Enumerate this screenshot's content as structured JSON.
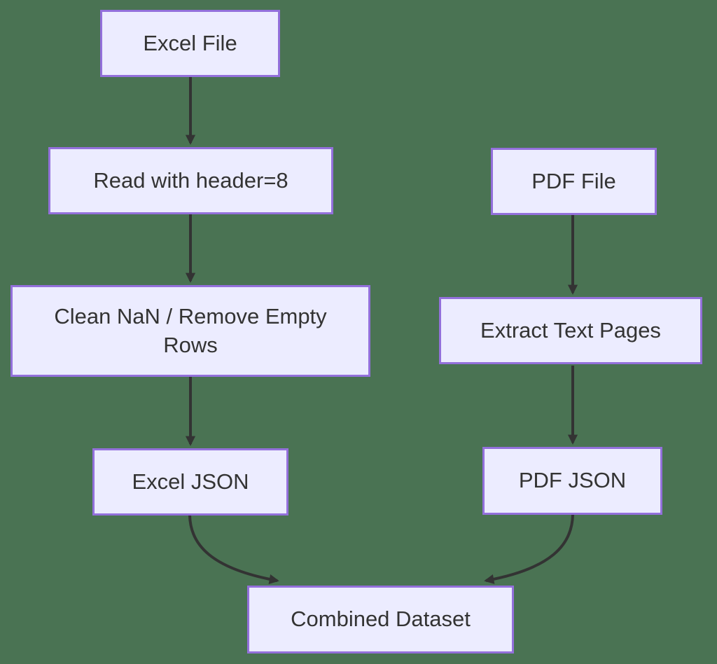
{
  "diagram": {
    "type": "flowchart",
    "direction": "top-down",
    "colors": {
      "background": "#4a7353",
      "node_fill": "#ececff",
      "node_border": "#9370db",
      "text": "#333333",
      "arrow": "#333333"
    },
    "nodes": [
      {
        "id": "excel-file",
        "label": "Excel File"
      },
      {
        "id": "read-with-header",
        "label": "Read with header=8"
      },
      {
        "id": "clean-nan-remove-empty-rows",
        "label": "Clean NaN / Remove Empty\nRows"
      },
      {
        "id": "excel-json",
        "label": "Excel JSON"
      },
      {
        "id": "pdf-file",
        "label": "PDF File"
      },
      {
        "id": "extract-text-pages",
        "label": "Extract Text Pages"
      },
      {
        "id": "pdf-json",
        "label": "PDF JSON"
      },
      {
        "id": "combined-dataset",
        "label": "Combined Dataset"
      }
    ],
    "edges": [
      {
        "from": "excel-file",
        "to": "read-with-header"
      },
      {
        "from": "read-with-header",
        "to": "clean-nan-remove-empty-rows"
      },
      {
        "from": "clean-nan-remove-empty-rows",
        "to": "excel-json"
      },
      {
        "from": "pdf-file",
        "to": "extract-text-pages"
      },
      {
        "from": "extract-text-pages",
        "to": "pdf-json"
      },
      {
        "from": "excel-json",
        "to": "combined-dataset"
      },
      {
        "from": "pdf-json",
        "to": "combined-dataset"
      }
    ]
  }
}
